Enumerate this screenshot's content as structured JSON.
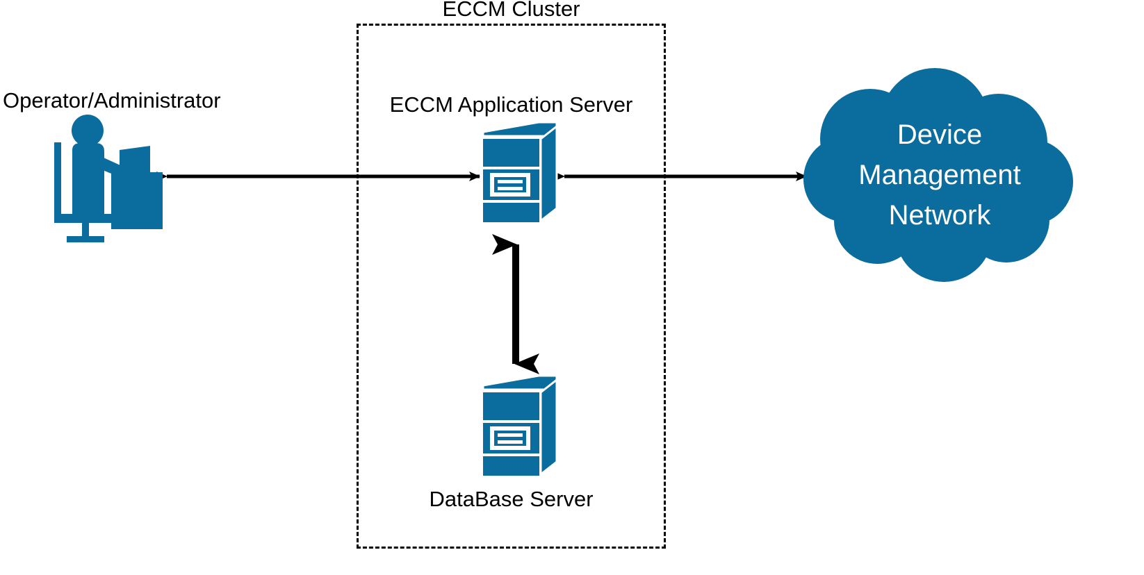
{
  "diagram": {
    "title_of_boundary": "ECCM Cluster",
    "background_color": "#ffffff",
    "accent_color": "#0b6c9e",
    "line_color": "#000000",
    "label_color": "#000000",
    "cloud_text_color": "#ffffff"
  },
  "nodes": {
    "operator": {
      "label": "Operator/Administrator",
      "icon": "operator-at-desk-icon"
    },
    "app_server": {
      "label": "ECCM Application Server",
      "icon": "server-tower-icon"
    },
    "db_server": {
      "label": "DataBase Server",
      "icon": "server-tower-icon"
    },
    "network_cloud": {
      "line1": "Device",
      "line2": "Management",
      "line3": "Network",
      "icon": "cloud-icon"
    }
  },
  "connections": [
    {
      "name": "operator-to-app-server",
      "from": "operator",
      "to": "app_server",
      "style": "bidirectional"
    },
    {
      "name": "app-server-to-network",
      "from": "app_server",
      "to": "network_cloud",
      "style": "bidirectional"
    },
    {
      "name": "app-server-to-db-server",
      "from": "app_server",
      "to": "db_server",
      "style": "bidirectional"
    }
  ]
}
